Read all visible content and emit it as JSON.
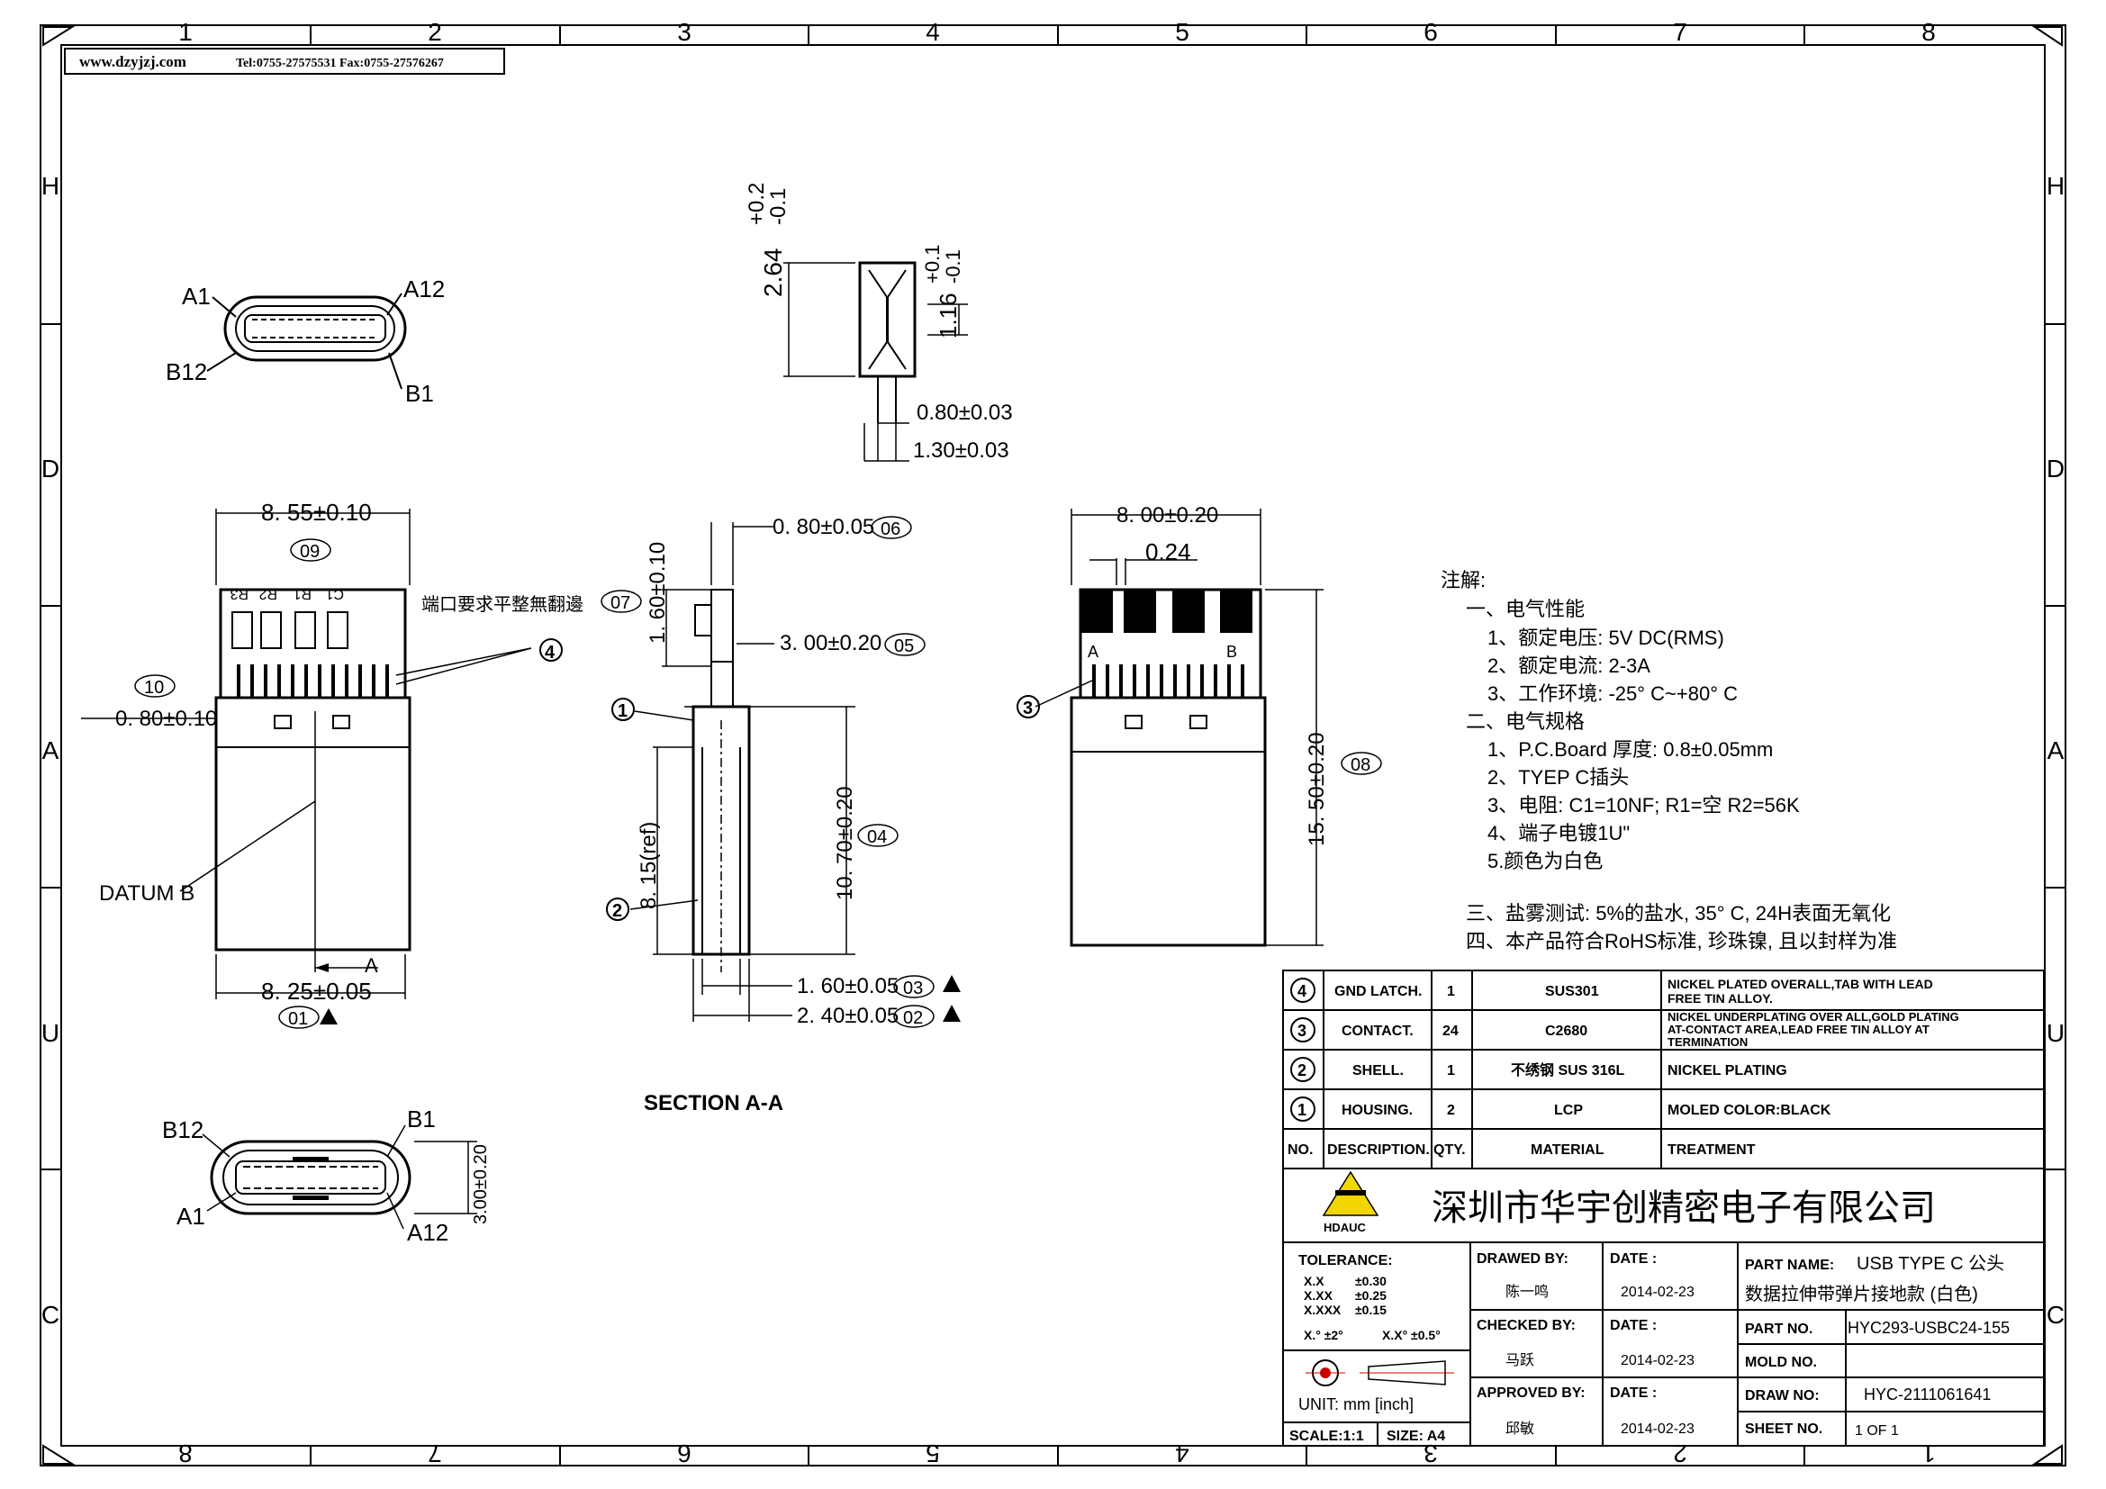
{
  "header": {
    "website": "www.dzyjzj.com",
    "contact": "Tel:0755-27575531 Fax:0755-27576267"
  },
  "frame": {
    "top_cols": [
      "1",
      "2",
      "3",
      "4",
      "5",
      "6",
      "7",
      "8"
    ],
    "bottom_cols": [
      "8",
      "7",
      "6",
      "5",
      "4",
      "3",
      "2",
      "1"
    ],
    "left_rows": [
      "H",
      "D",
      "A",
      "U",
      "C"
    ],
    "right_rows": [
      "H",
      "D",
      "A",
      "U",
      "C"
    ]
  },
  "views": {
    "front_top": {
      "a1": "A1",
      "a12": "A12",
      "b12": "B12",
      "b1": "B1"
    },
    "front_bottom": {
      "b12": "B12",
      "b1": "B1",
      "a1": "A1",
      "a12": "A12",
      "height_dim": "3.00±0.20"
    },
    "side_top": {
      "dim_264": "2.64",
      "dim_264_tol_up": "+0.2",
      "dim_264_tol_dn": "-0.1",
      "dim_116": "1.16",
      "dim_116_tol_up": "+0.1",
      "dim_116_tol_dn": "-0.1",
      "dim_080": "0.80±0.03",
      "dim_130": "1.30±0.03"
    },
    "left_view": {
      "dim_855": "8. 55±0.10",
      "label_09": "09",
      "pads": [
        "R3",
        "R2",
        "R1",
        "C1"
      ],
      "note_cn": "端口要求平整無翻邊",
      "label_07": "07",
      "balloon_4": "4",
      "label_10": "10",
      "dim_080": "0. 80±0.10",
      "datum": "DATUM B",
      "arrow_a": "A",
      "dim_825": "8. 25±0.05",
      "label_01": "01"
    },
    "section": {
      "dim_080": "0. 80±0.05",
      "label_06": "06",
      "dim_160": "1. 60±0.10",
      "dim_300": "3. 00±0.20",
      "label_05": "05",
      "balloon_1": "1",
      "dim_815": "8. 15(ref)",
      "dim_1070": "10. 70±0.20",
      "label_04": "04",
      "balloon_2": "2",
      "dim_160b": "1. 60±0.05",
      "label_03": "03",
      "dim_240": "2. 40±0.05",
      "label_02": "02",
      "title": "SECTION   A-A"
    },
    "right_view": {
      "dim_800": "8. 00±0.20",
      "dim_024": "0.24",
      "pin_a": "A",
      "pin_b": "B",
      "balloon_3": "3",
      "dim_1550": "15. 50±0.20",
      "label_08": "08"
    }
  },
  "notes": {
    "title": "注解:",
    "lines": [
      "一、电气性能",
      "1、额定电压: 5V DC(RMS)",
      "2、额定电流: 2-3A",
      "3、工作环境: -25° C~+80° C",
      "二、电气规格",
      "1、P.C.Board 厚度: 0.8±0.05mm",
      "2、TYEP C插头",
      "3、电阻: C1=10NF; R1=空 R2=56K",
      "4、端子电镀1U\"",
      "5.颜色为白色",
      "三、盐雾测试: 5%的盐水, 35° C, 24H表面无氧化",
      "四、本产品符合RoHS标准, 珍珠镍, 且以封样为准"
    ]
  },
  "bom": {
    "rows": [
      {
        "no": "4",
        "desc": "GND LATCH.",
        "qty": "1",
        "material": "SUS301",
        "treatment1": "NICKEL PLATED OVERALL,TAB WITH LEAD",
        "treatment2": "FREE TIN ALLOY."
      },
      {
        "no": "3",
        "desc": "CONTACT.",
        "qty": "24",
        "material": "C2680",
        "treatment1": "NICKEL UNDERPLATING OVER ALL,GOLD PLATING",
        "treatment2": "AT-CONTACT AREA,LEAD FREE TIN ALLOY AT",
        "treatment3": "TERMINATION"
      },
      {
        "no": "2",
        "desc": "SHELL.",
        "qty": "1",
        "material": "不绣钢 SUS 316L",
        "treatment1": "NICKEL PLATING"
      },
      {
        "no": "1",
        "desc": "HOUSING.",
        "qty": "2",
        "material": "LCP",
        "treatment1": "MOLED COLOR:BLACK"
      }
    ],
    "header": {
      "no": "NO.",
      "desc": "DESCRIPTION.",
      "qty": "QTY.",
      "material": "MATERIAL",
      "treatment": "TREATMENT"
    }
  },
  "title_block": {
    "company": "深圳市华宇创精密电子有限公司",
    "logo_text": "HDAUC",
    "tolerance_label": "TOLERANCE:",
    "tol_x": "X.X",
    "tol_x_val": "±0.30",
    "tol_xx": "X.XX",
    "tol_xx_val": "±0.25",
    "tol_xxx": "X.XXX",
    "tol_xxx_val": "±0.15",
    "tol_ang1": "X.° ±2°",
    "tol_ang2": "X.X° ±0.5°",
    "unit": "UNIT:  mm  [inch]",
    "scale": "SCALE:1:1",
    "size": "SIZE: A4",
    "drawed_by_label": "DRAWED BY:",
    "drawed_by": "陈一鸣",
    "checked_by_label": "CHECKED BY:",
    "checked_by": "马跃",
    "approved_by_label": "APPROVED BY:",
    "approved_by": "邱敏",
    "date_label": "DATE :",
    "date1": "2014-02-23",
    "date2": "2014-02-23",
    "date3": "2014-02-23",
    "part_name_label": "PART NAME:",
    "part_name1": "USB TYPE C 公头",
    "part_name2": "数据拉伸带弹片接地款 (白色)",
    "part_no_label": "PART NO.",
    "part_no": "HYC293-USBC24-155",
    "mold_no_label": "MOLD NO.",
    "mold_no": "",
    "draw_no_label": "DRAW NO:",
    "draw_no": "HYC-2111061641",
    "sheet_no_label": "SHEET NO.",
    "sheet_no": "1 OF 1"
  }
}
